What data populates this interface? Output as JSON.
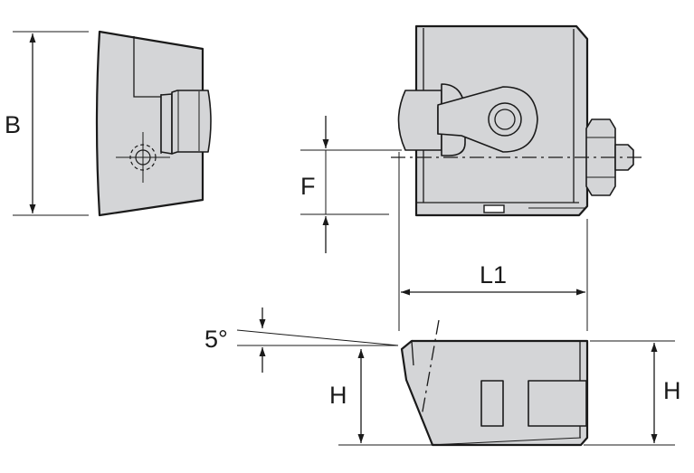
{
  "labels": {
    "b": "B",
    "f": "F",
    "l1": "L1",
    "angle": "5°",
    "h_left": "H",
    "h_right": "H"
  },
  "colors": {
    "body_fill": "#d4d5d7",
    "line": "#1a1a1a",
    "background": "#ffffff"
  }
}
